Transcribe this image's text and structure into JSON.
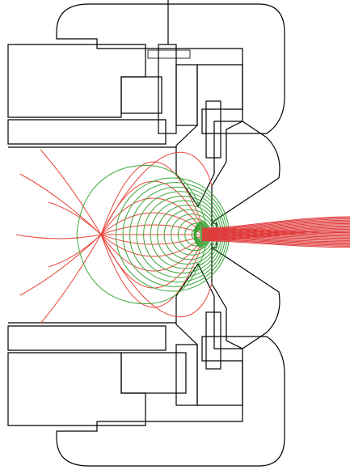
{
  "colors": {
    "hatch": "#000000",
    "background": "#ffffff",
    "electric_field_lines": "#e8463a",
    "equipotentials": "#3aa63a",
    "ion_beam": "#e03a3a"
  },
  "components": [
    "upper-housing-hatched",
    "lower-housing-hatched",
    "upper-insulator-crosshatched",
    "lower-insulator-crosshatched",
    "extraction-cone",
    "exit-aperture",
    "top-feedthrough-pin",
    "plasma-chamber",
    "ion-beam"
  ]
}
